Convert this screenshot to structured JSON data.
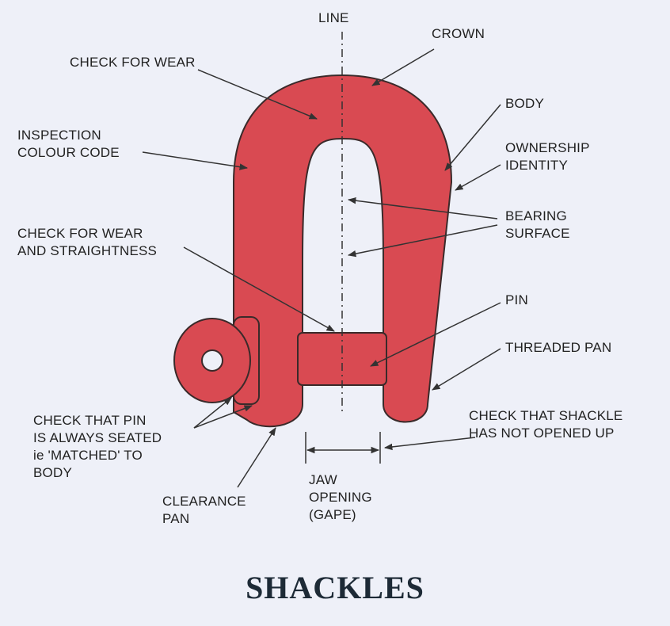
{
  "title": "SHACKLES",
  "colors": {
    "body": "#d94a52",
    "outline": "#3a2a2a",
    "background": "#eef0f8",
    "text": "#222222"
  },
  "labels": {
    "line": "LINE",
    "crown": "CROWN",
    "check_for_wear": "CHECK FOR WEAR",
    "body": "BODY",
    "inspection": [
      "INSPECTION",
      "COLOUR CODE"
    ],
    "ownership": [
      "OWNERSHIP",
      "IDENTITY"
    ],
    "bearing": [
      "BEARING",
      "SURFACE"
    ],
    "check_wear_straight": [
      "CHECK FOR WEAR",
      "AND STRAIGHTNESS"
    ],
    "pin": "PIN",
    "threaded_pan": "THREADED PAN",
    "check_pin": [
      "CHECK THAT PIN",
      "IS ALWAYS SEATED",
      "ie 'MATCHED' TO",
      "BODY"
    ],
    "check_shackle": [
      "CHECK THAT SHACKLE",
      "HAS NOT OPENED UP"
    ],
    "clearance": [
      "CLEARANCE",
      "PAN"
    ],
    "jaw": [
      "JAW",
      "OPENING",
      "(GAPE)"
    ]
  }
}
